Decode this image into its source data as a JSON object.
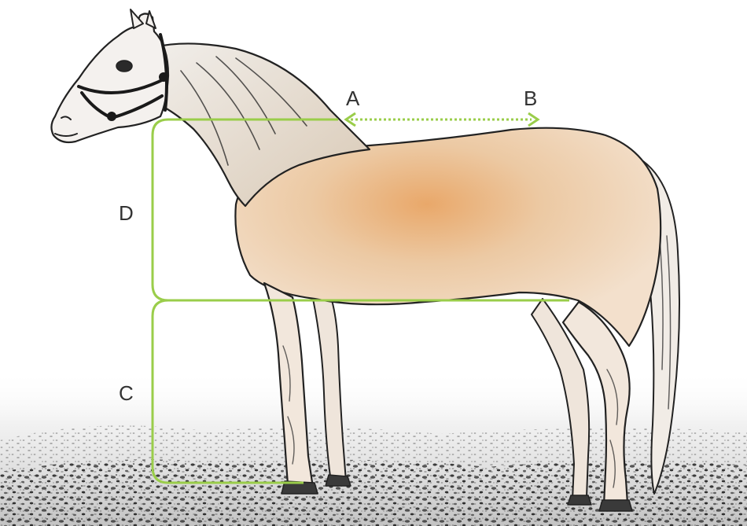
{
  "labels": {
    "a": "A",
    "b": "B",
    "c": "C",
    "d": "D"
  },
  "colors": {
    "measure_line": "#9acd4a",
    "coat_light": "#f3e0cc",
    "coat_mid": "#ecc9a3",
    "coat_warm": "#e9a86a",
    "outline": "#222222",
    "label_text": "#333333"
  },
  "icons": {
    "horse": "horse-illustration",
    "halter": "halter-icon",
    "ground": "ground-texture"
  }
}
